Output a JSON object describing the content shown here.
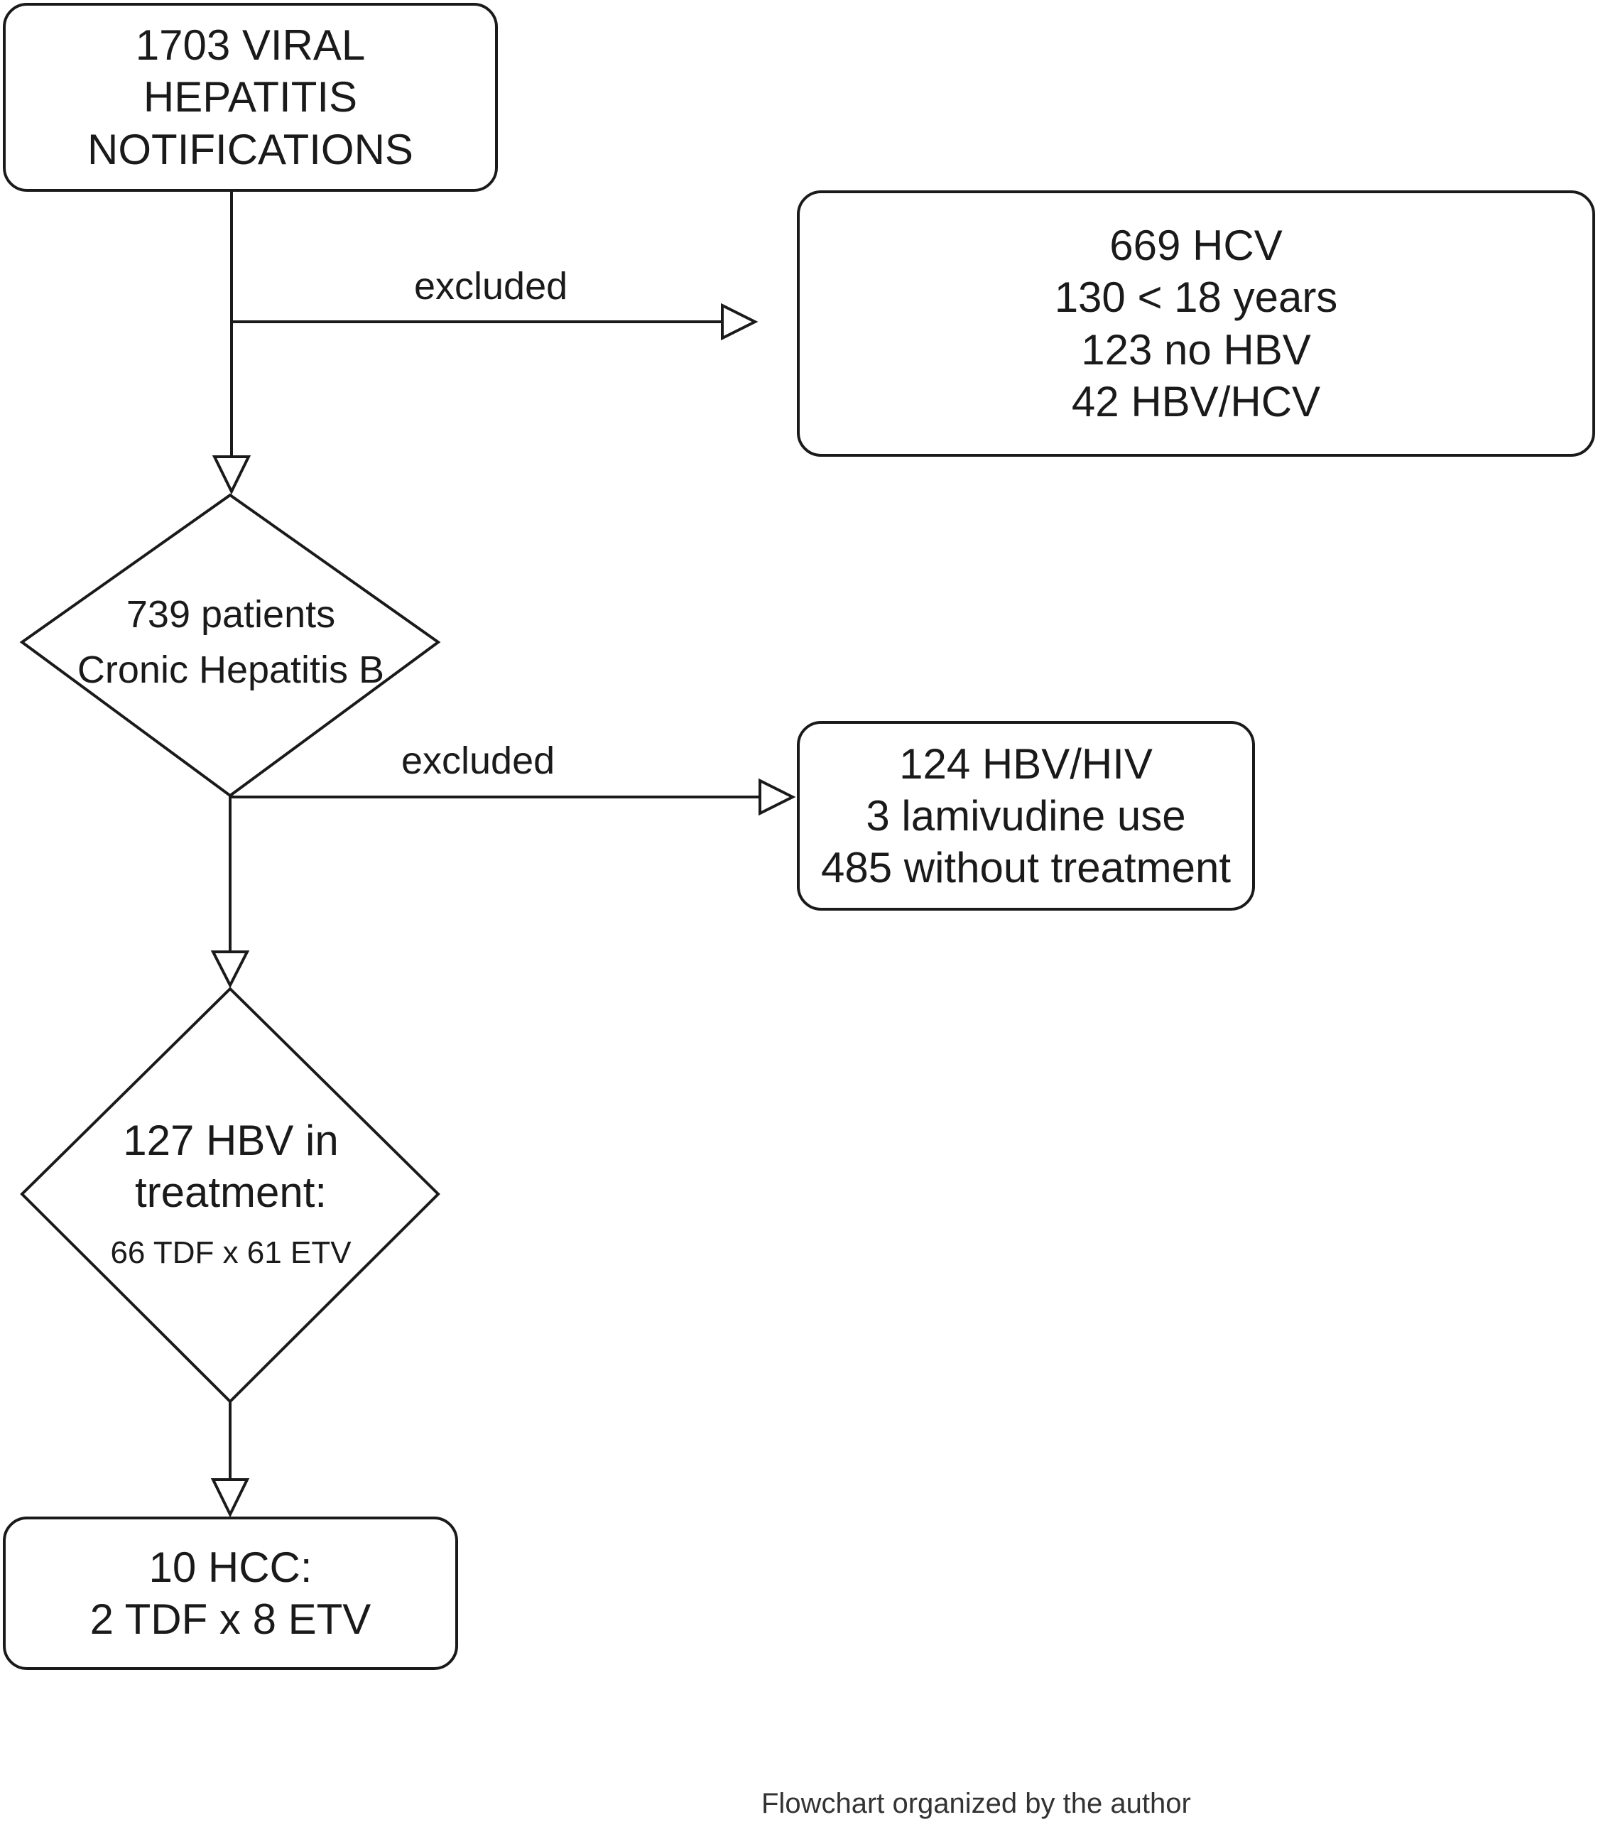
{
  "nodes": {
    "notifications": {
      "lines": [
        "1703 VIRAL",
        "HEPATITIS",
        "NOTIFICATIONS"
      ]
    },
    "excluded_first": {
      "lines": [
        "669 HCV",
        "130 < 18 years",
        "123 no HBV",
        "42 HBV/HCV"
      ]
    },
    "chronic_hbv": {
      "lines": [
        "739 patients",
        "Cronic Hepatitis B"
      ]
    },
    "excluded_second": {
      "lines": [
        "124 HBV/HIV",
        "3 lamivudine use",
        "485 without treatment"
      ]
    },
    "in_treatment": {
      "lines": [
        "127 HBV in",
        "treatment:"
      ],
      "detail": "66 TDF x 61 ETV"
    },
    "hcc": {
      "lines": [
        "10 HCC:",
        "2 TDF x 8 ETV"
      ]
    }
  },
  "edges": {
    "excluded_label_1": "excluded",
    "excluded_label_2": "excluded"
  },
  "caption": "Flowchart organized by the author"
}
